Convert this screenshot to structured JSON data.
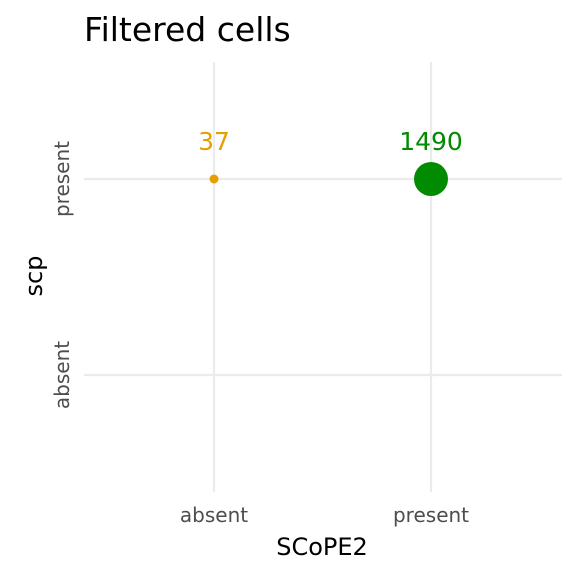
{
  "chart_data": {
    "type": "scatter",
    "title": "Filtered cells",
    "xlabel": "SCoPE2",
    "ylabel": "scp",
    "x_categories": [
      "absent",
      "present"
    ],
    "y_categories": [
      "absent",
      "present"
    ],
    "grid": true,
    "legend": "none",
    "points": [
      {
        "x": "absent",
        "y": "present",
        "value": 37,
        "label": "37",
        "color": "#E69F00"
      },
      {
        "x": "present",
        "y": "present",
        "value": 1490,
        "label": "1490",
        "color": "#008B00"
      }
    ]
  }
}
